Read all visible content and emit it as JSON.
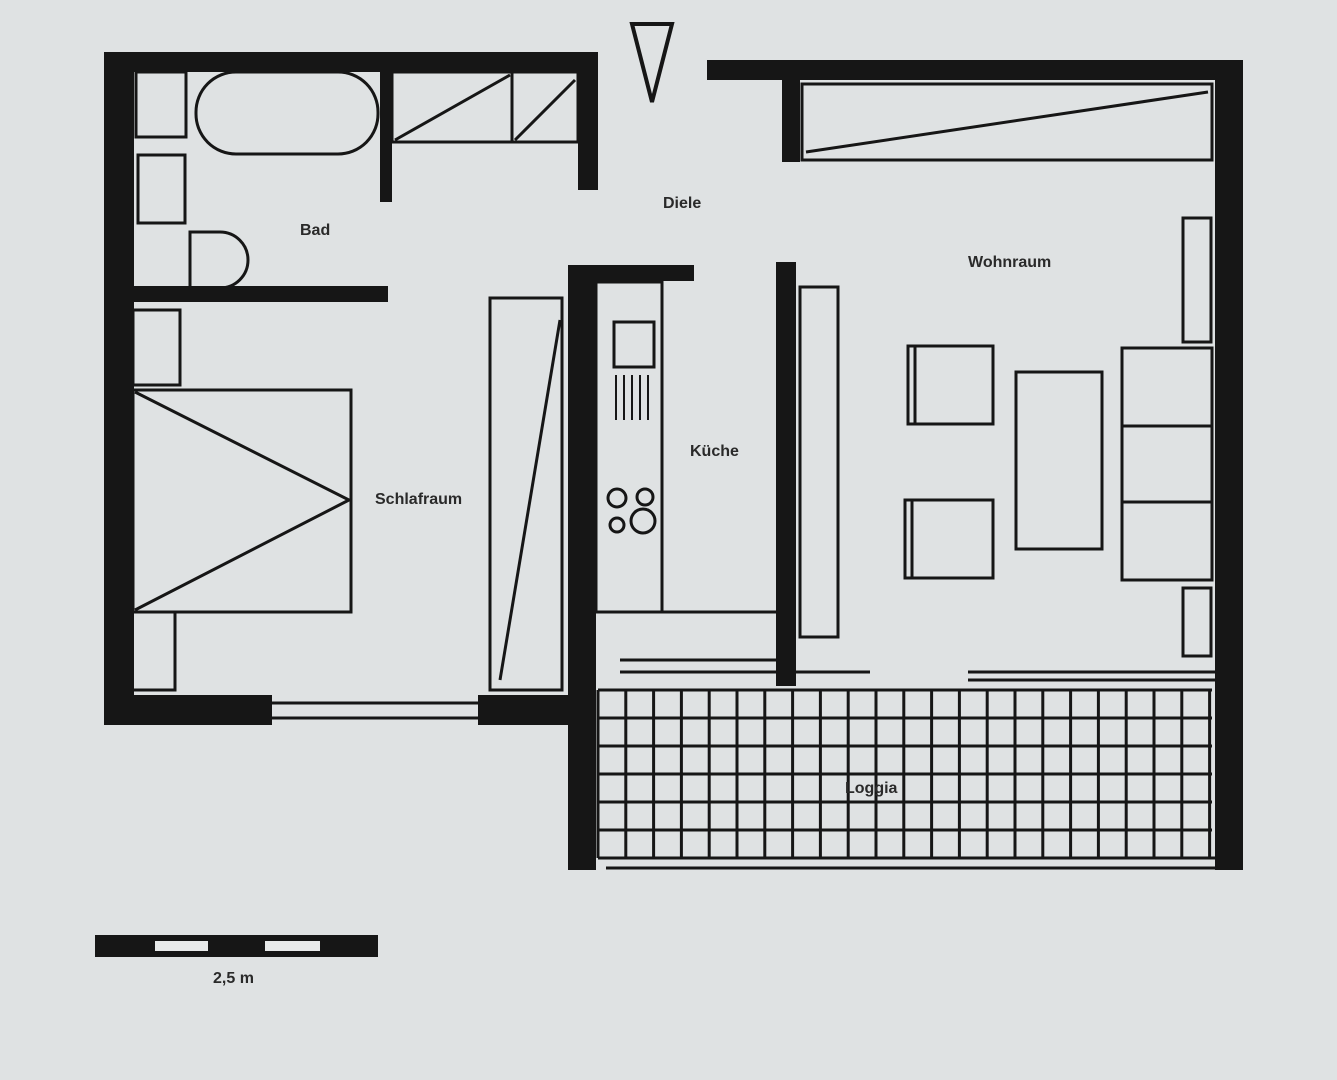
{
  "plan": {
    "rooms": {
      "bad": "Bad",
      "diele": "Diele",
      "wohnraum": "Wohnraum",
      "schlafraum": "Schlafraum",
      "kueche": "Küche",
      "loggia": "Loggia"
    },
    "scale_label": "2,5 m"
  },
  "colors": {
    "paper": "#dfe2e3",
    "ink": "#161616"
  }
}
